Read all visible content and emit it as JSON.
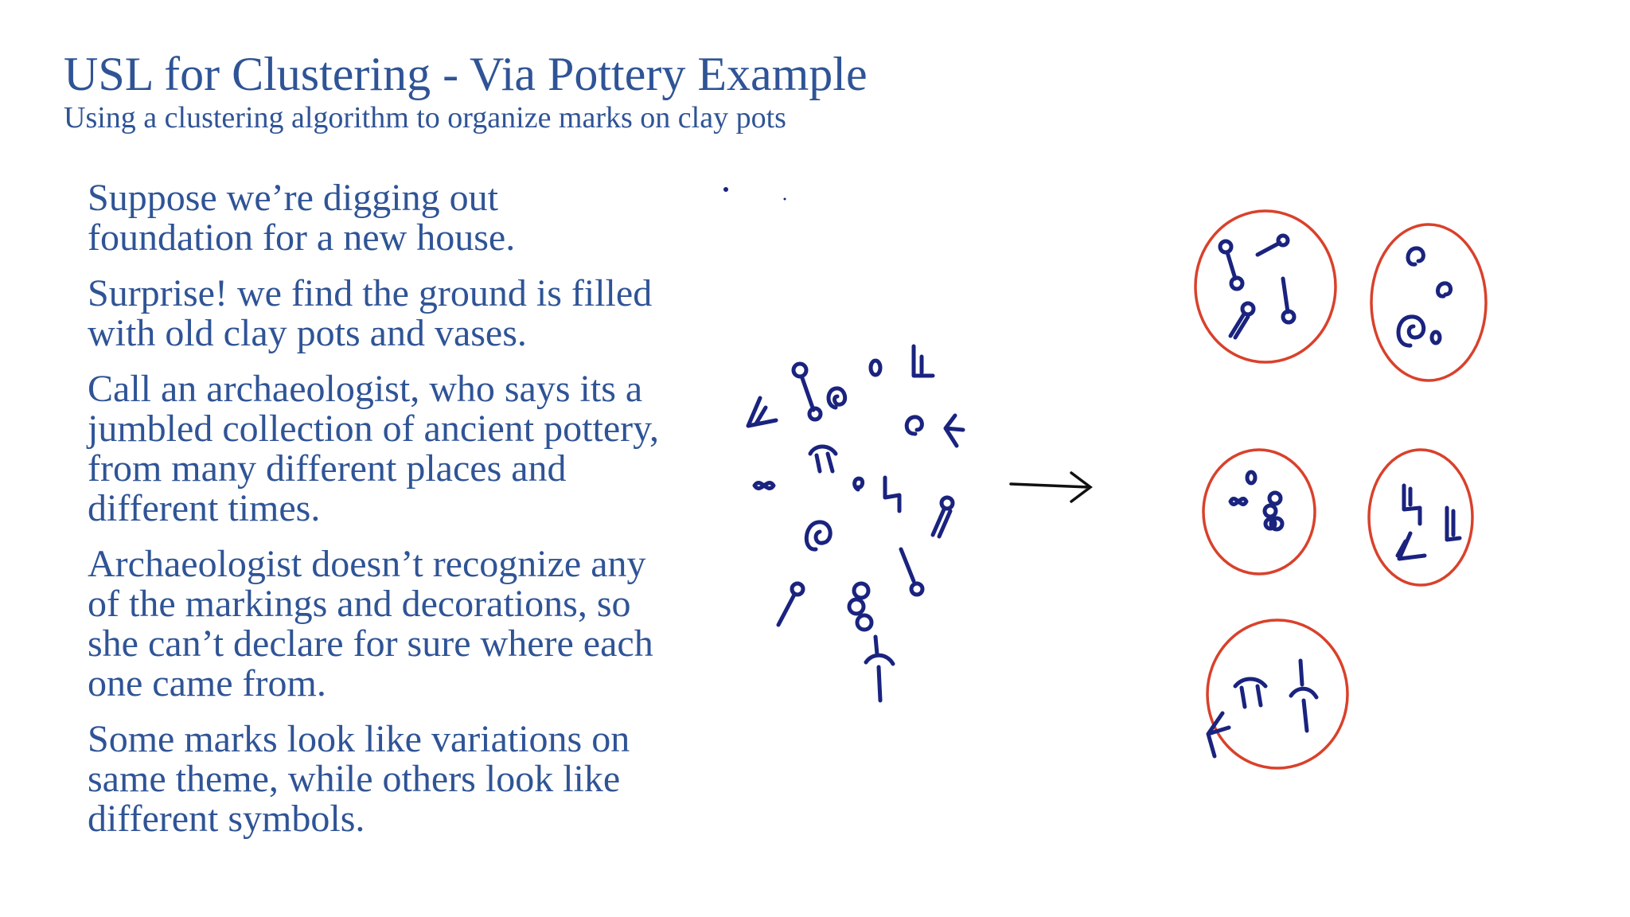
{
  "slide": {
    "title": "USL for  Clustering - Via Pottery Example",
    "subtitle": "Using a clustering algorithm to organize marks on clay pots",
    "paragraphs": [
      "Suppose we’re digging out\nfoundation for a new house.",
      "Surprise! we find the ground is filled\nwith old clay pots and vases.",
      "Call an archaeologist, who says its a\njumbled collection of ancient pottery,\nfrom many different places and\ndifferent times.",
      "Archaeologist doesn’t recognize any\nof the markings and decorations, so\nshe can’t declare for sure where each\none came from.",
      "Some marks look like variations on\nsame theme, while others look like\ndifferent symbols."
    ]
  },
  "figure": {
    "colors": {
      "ink": "#1a237e",
      "cluster_outline": "#d9412b",
      "text": "#2f5496"
    },
    "clusters": [
      "pin-marks",
      "spiral-marks",
      "loop-marks",
      "angle-marks",
      "pi-marks"
    ]
  }
}
